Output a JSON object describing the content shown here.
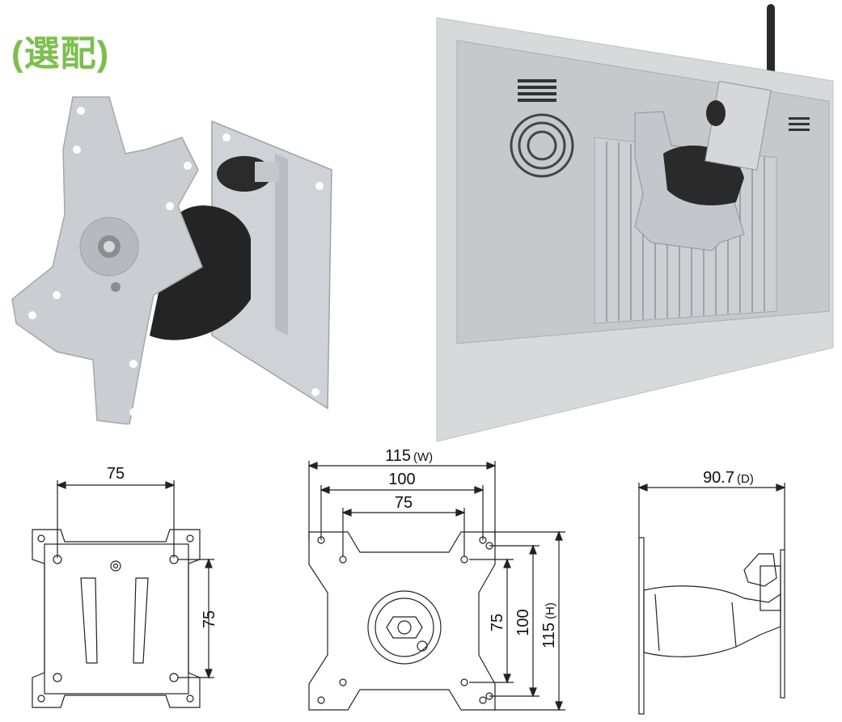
{
  "title": "(選配)",
  "colors": {
    "title": "#7dbf4e",
    "plate": "#c9ccd0",
    "plate_dark": "#9a9ea3",
    "arm": "#2a2a2a",
    "panel": "#d9dbdd",
    "line": "#222222"
  },
  "drawing_left": {
    "width_dim": "75",
    "height_dim": "75"
  },
  "drawing_mid": {
    "w115_value": "115",
    "w115_unit": "(W)",
    "w100": "100",
    "w75": "75",
    "h75": "75",
    "h100": "100",
    "h115_value": "115",
    "h115_unit": "(H)"
  },
  "drawing_right": {
    "depth_value": "90.7",
    "depth_unit": "(D)"
  }
}
